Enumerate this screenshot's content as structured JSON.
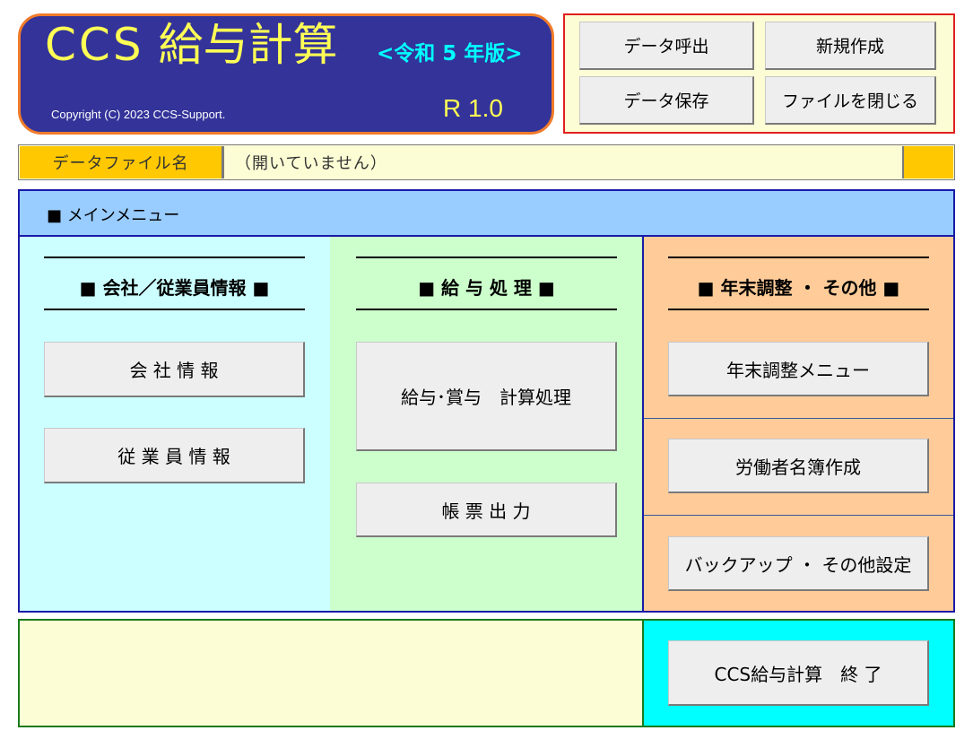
{
  "logo": {
    "app_prefix": "CCS",
    "app_name": "給与計算",
    "era": "<令和 5 年版>",
    "copyright": "Copyright (C) 2023 CCS-Support.",
    "version": "R 1.0"
  },
  "file_buttons": {
    "load": "データ呼出",
    "new": "新規作成",
    "save": "データ保存",
    "close": "ファイルを閉じる"
  },
  "data_file": {
    "label": "データファイル名",
    "value": "（開いていません）"
  },
  "main_menu": {
    "title": "■ メインメニュー",
    "company": {
      "title": "■ 会社／従業員情報 ■",
      "company_info": "会 社 情 報",
      "employee_info": "従 業 員 情 報"
    },
    "payroll": {
      "title": "■ 給 与 処 理 ■",
      "calc": "給与･賞与　計算処理",
      "forms": "帳 票 出 力"
    },
    "year_end": {
      "title": "■ 年末調整 ・ その他 ■",
      "menu": "年末調整メニュー",
      "roster": "労働者名簿作成",
      "backup": "バックアップ ・ その他設定"
    }
  },
  "exit_button": "CCS給与計算　終 了",
  "colors": {
    "logo_bg": "#33339a",
    "logo_border": "#f07b2a",
    "accent_yellow": "#ffc800",
    "menu_header": "#99ccff",
    "col_company": "#ccffff",
    "col_payroll": "#ccffcc",
    "col_year_end": "#ffcc99",
    "exit_bg": "#00ffff"
  }
}
